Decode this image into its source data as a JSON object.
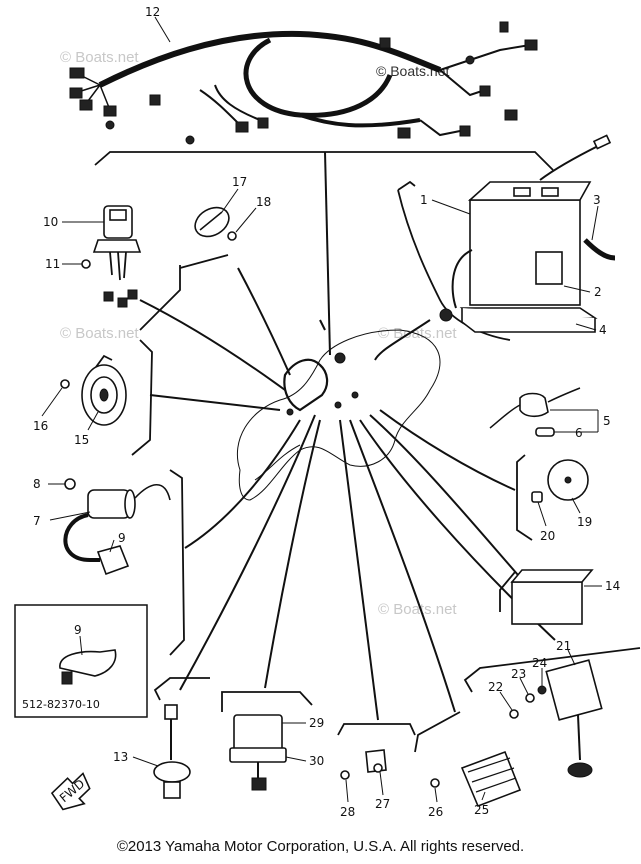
{
  "watermark_text": "© Boats.net",
  "part_numbers": [
    "1",
    "2",
    "3",
    "4",
    "5",
    "6",
    "7",
    "8",
    "9",
    "10",
    "11",
    "12",
    "13",
    "14",
    "15",
    "16",
    "17",
    "18",
    "19",
    "20",
    "21",
    "22",
    "23",
    "24",
    "25",
    "26",
    "27",
    "28",
    "29",
    "30"
  ],
  "inset": {
    "part_number": "9",
    "code": "512-82370-10"
  },
  "fwd_label": "FWD",
  "copyright": "©2013 Yamaha Motor Corporation, U.S.A. All rights reserved."
}
